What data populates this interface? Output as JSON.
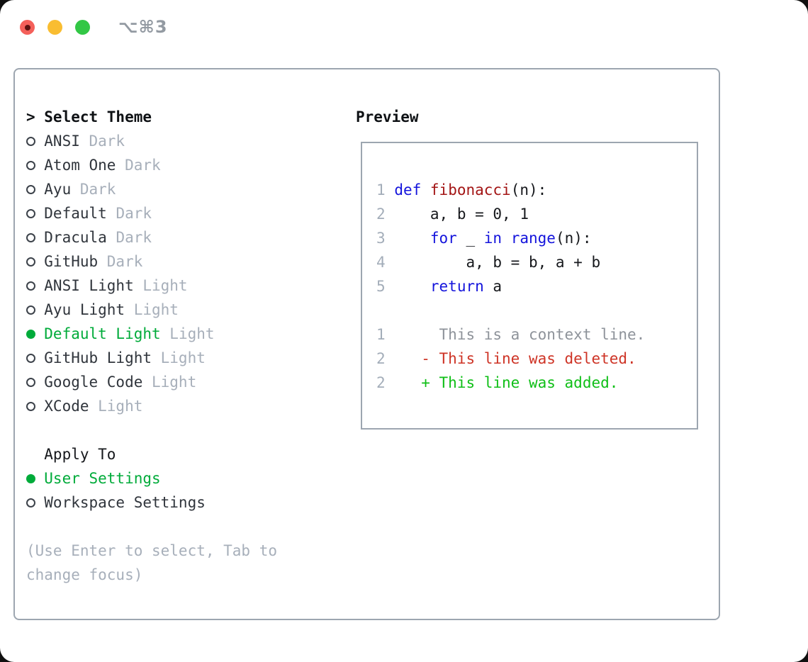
{
  "window": {
    "title": "⌥⌘3"
  },
  "colors": {
    "kw": "#1414dc",
    "fn": "#a31515",
    "pl": "#16181c",
    "num": "#a3adb9",
    "ctx": "#8e939a",
    "del": "#ce3426",
    "add": "#0fbf17",
    "green": "#00ab3a",
    "muted": "#a7afba",
    "text": "#30353c",
    "heading": "#0e1114",
    "border": "#9da6b0",
    "title": "#939aa2",
    "light_red": "#f4605a",
    "light_yellow": "#f9bd31",
    "light_green": "#32c745"
  },
  "theme_picker": {
    "header": {
      "marker": ">",
      "label": "Select Theme"
    },
    "themes": [
      {
        "name": "ANSI",
        "variant": "Dark",
        "selected": false
      },
      {
        "name": "Atom One",
        "variant": "Dark",
        "selected": false
      },
      {
        "name": "Ayu",
        "variant": "Dark",
        "selected": false
      },
      {
        "name": "Default",
        "variant": "Dark",
        "selected": false
      },
      {
        "name": "Dracula",
        "variant": "Dark",
        "selected": false
      },
      {
        "name": "GitHub",
        "variant": "Dark",
        "selected": false
      },
      {
        "name": "ANSI Light",
        "variant": "Light",
        "selected": false
      },
      {
        "name": "Ayu Light",
        "variant": "Light",
        "selected": false
      },
      {
        "name": "Default Light",
        "variant": "Light",
        "selected": true
      },
      {
        "name": "GitHub Light",
        "variant": "Light",
        "selected": false
      },
      {
        "name": "Google Code",
        "variant": "Light",
        "selected": false
      },
      {
        "name": "XCode",
        "variant": "Light",
        "selected": false
      }
    ],
    "apply_to": {
      "label": "Apply To",
      "options": [
        {
          "name": "User Settings",
          "selected": true
        },
        {
          "name": "Workspace Settings",
          "selected": false
        }
      ]
    },
    "hint": "(Use Enter to select, Tab to change focus)"
  },
  "preview": {
    "label": "Preview",
    "code_lines": [
      {
        "num": "1",
        "tokens": [
          [
            "def",
            "kw"
          ],
          [
            " ",
            "pl"
          ],
          [
            "fibonacci",
            "fn"
          ],
          [
            "(n):",
            "pl"
          ]
        ]
      },
      {
        "num": "2",
        "tokens": [
          [
            "    a, b = 0, 1",
            "pl"
          ]
        ]
      },
      {
        "num": "3",
        "tokens": [
          [
            "    ",
            "pl"
          ],
          [
            "for",
            "kw"
          ],
          [
            " _ ",
            "pl"
          ],
          [
            "in",
            "kw"
          ],
          [
            " ",
            "pl"
          ],
          [
            "range",
            "kw"
          ],
          [
            "(n):",
            "pl"
          ]
        ]
      },
      {
        "num": "4",
        "tokens": [
          [
            "        a, b = b, a + b",
            "pl"
          ]
        ]
      },
      {
        "num": "5",
        "tokens": [
          [
            "    ",
            "pl"
          ],
          [
            "return",
            "kw"
          ],
          [
            " a",
            "pl"
          ]
        ]
      }
    ],
    "diff_lines": [
      {
        "num": "1",
        "tokens": [
          [
            "     This is a context line.",
            "ctx"
          ]
        ]
      },
      {
        "num": "2",
        "tokens": [
          [
            "   - This line was deleted.",
            "del"
          ]
        ]
      },
      {
        "num": "2",
        "tokens": [
          [
            "   + This line was added.",
            "add"
          ]
        ]
      }
    ]
  }
}
